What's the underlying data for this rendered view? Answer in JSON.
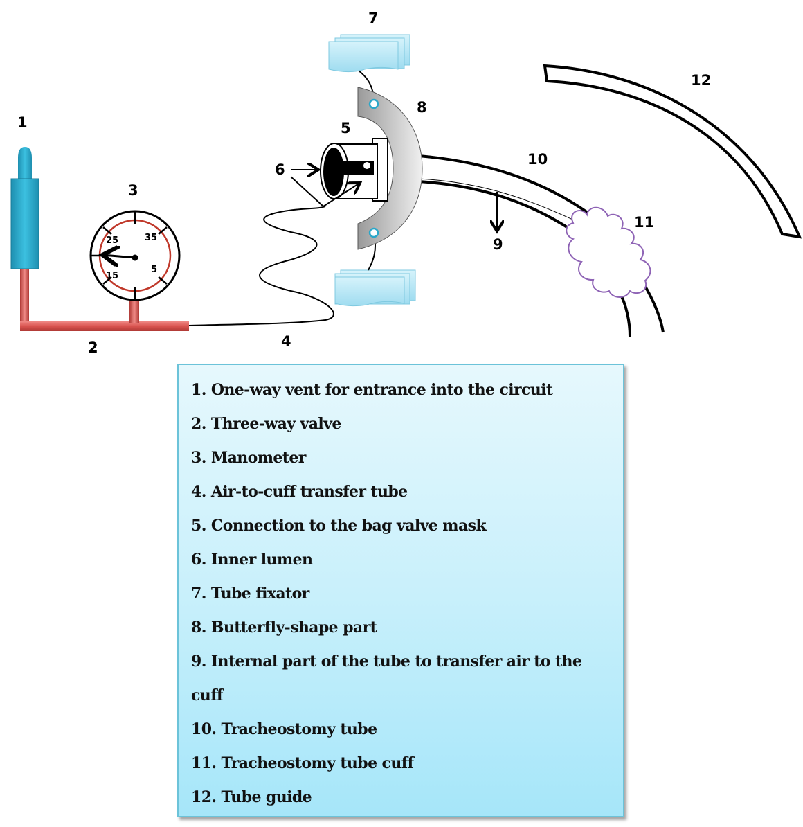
{
  "diagram": {
    "callouts": {
      "c1": "1",
      "c2": "2",
      "c3": "3",
      "c4": "4",
      "c5": "5",
      "c6": "6",
      "c7": "7",
      "c8": "8",
      "c9": "9",
      "c10": "10",
      "c11": "11",
      "c12": "12"
    },
    "manometer": {
      "ticks": {
        "t25": "25",
        "t35": "35",
        "t15": "15",
        "t5": "5"
      }
    },
    "colors": {
      "vent": "#2aa7c9",
      "valve": "#d9534f",
      "dial_ring": "#c0392b",
      "fixator": "#bfeaf7",
      "butterfly": "#c8c8c8",
      "cuff": "#8e63b5"
    }
  },
  "legend": {
    "items": [
      "1. One-way vent for entrance into the circuit",
      "2. Three-way valve",
      "3. Manometer",
      "4. Air-to-cuff transfer tube",
      "5. Connection to the bag valve mask",
      "6. Inner lumen",
      "7. Tube fixator",
      "8. Butterfly-shape part",
      "9. Internal part of the tube to transfer air to the cuff",
      "10. Tracheostomy tube",
      "11. Tracheostomy tube cuff",
      "12. Tube guide"
    ]
  }
}
